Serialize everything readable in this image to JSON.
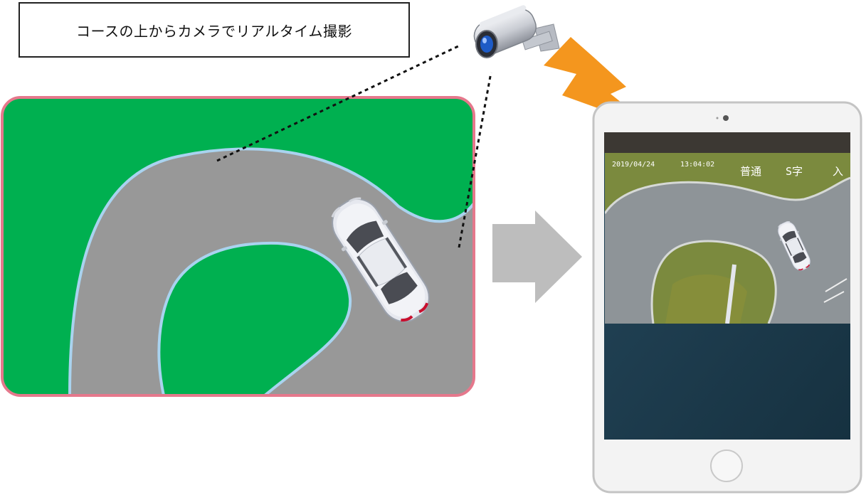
{
  "caption": "コースの上からカメラでリアルタイム撮影",
  "monitor_overlay": {
    "date": "2019/04/24",
    "time": "13:04:02",
    "mode": "普通",
    "course": "S字",
    "status": "入"
  },
  "colors": {
    "grass": "#00b050",
    "road": "#989898",
    "road_edge": "#a9d3ef",
    "frame_border": "#e5788c",
    "bolt": "#f4961e",
    "arrow": "#bdbdbd",
    "tablet_body": "#f2f2f2",
    "screen_dark": "#1e3e4c"
  },
  "icons": {
    "camera": "security-camera-icon",
    "signal": "lightning-bolt-icon",
    "transfer": "right-arrow-icon",
    "car": "car-icon"
  }
}
